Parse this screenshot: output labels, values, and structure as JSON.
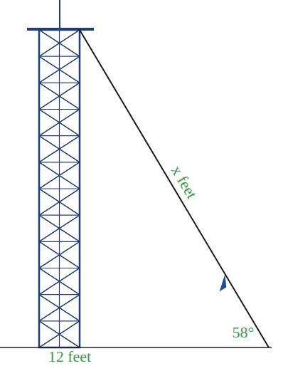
{
  "diagram": {
    "labels": [
      "x feet",
      "58°",
      "12 feet"
    ]
  }
}
